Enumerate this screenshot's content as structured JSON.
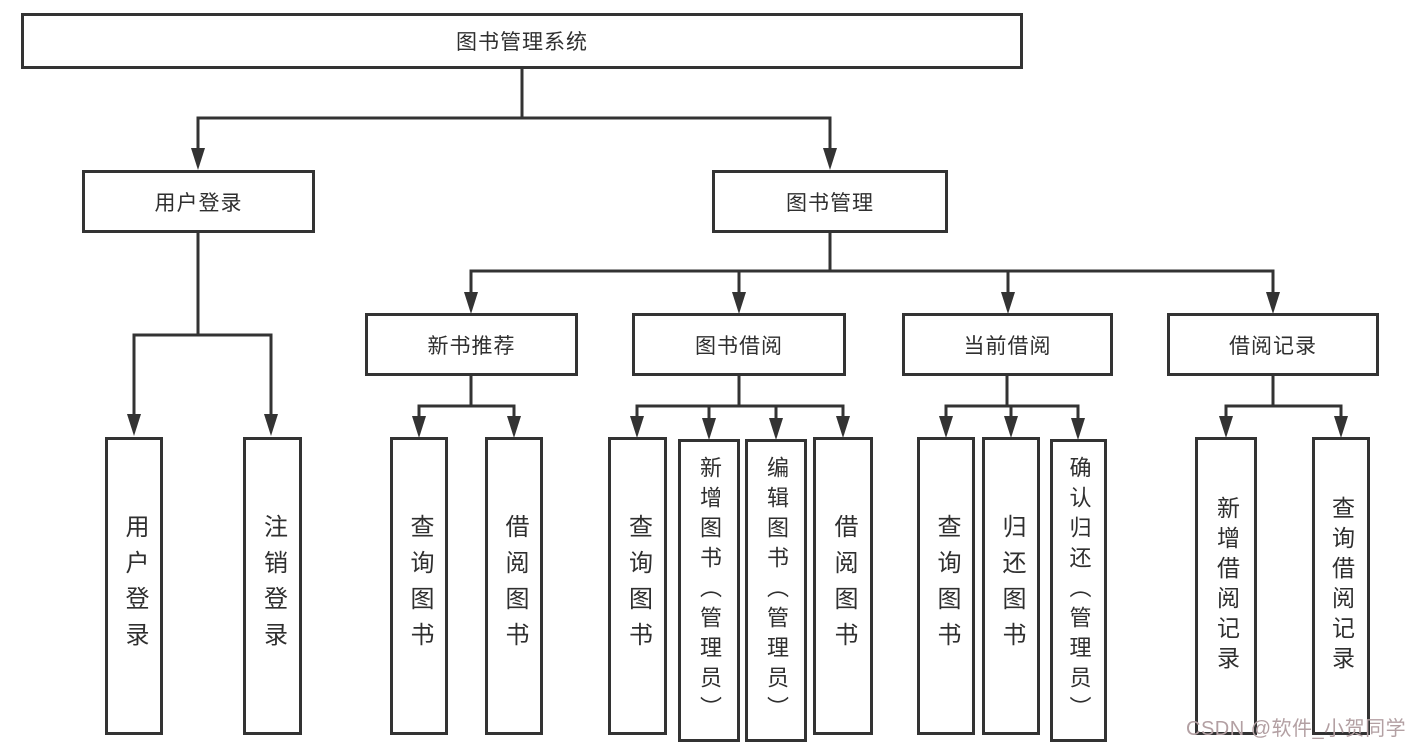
{
  "diagram": {
    "line_color": "#333333",
    "nodes": {
      "root": "图书管理系统",
      "userLogin": "用户登录",
      "bookMgmt": "图书管理",
      "newBookRec": "新书推荐",
      "bookBorrow": "图书借阅",
      "currentBorrow": "当前借阅",
      "borrowRecord": "借阅记录",
      "leafUserLogin": "用户登录",
      "leafLogout": "注销登录",
      "leafQueryBook1": "查询图书",
      "leafBorrowBook1": "借阅图书",
      "leafQueryBook2": "查询图书",
      "leafAddBook": "新增图书（管理员）",
      "leafEditBook": "编辑图书（管理员）",
      "leafBorrowBook2": "借阅图书",
      "leafQueryBook3": "查询图书",
      "leafReturnBook": "归还图书",
      "leafConfirmReturn": "确认归还（管理员）",
      "leafAddBorrowRec": "新增借阅记录",
      "leafQueryBorrowRec": "查询借阅记录"
    },
    "watermark": "CSDN @软件_小贺同学"
  }
}
